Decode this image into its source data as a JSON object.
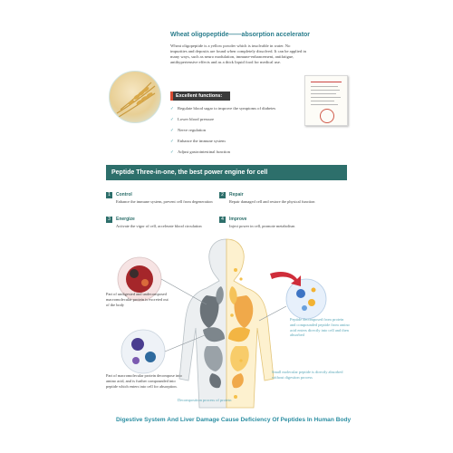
{
  "top": {
    "title": "Wheat oligopeptide——absorption accelerator",
    "description": "Wheat oligopeptide is a yellow powder which is insolvable in water. No impurities and deposits are found when completely dissolved. It can be applied in many ways, such as neuro modulation, immune-enhancement, antifatigue, antihypertensive effects and as a thick liquid food for medical use.",
    "functions_header": "Excellent functions:",
    "functions": [
      "Regulate blood sugar to improve the symptoms of diabetes",
      "Lower blood pressure",
      "Nerve regulation",
      "Enhance the immune system",
      "Adjust gastrointestinal function"
    ]
  },
  "banner": "Peptide Three-in-one, the best power engine for cell",
  "features": [
    {
      "num": "1",
      "title": "Control",
      "desc": "Enhance the immune system, prevent cell from degeneration"
    },
    {
      "num": "2",
      "title": "Repair",
      "desc": "Repair damaged cell and restore the physical function"
    },
    {
      "num": "3",
      "title": "Energize",
      "desc": "Activate the vigor of cell, accelerate blood circulation"
    },
    {
      "num": "4",
      "title": "Improve",
      "desc": "Inject power in cell, promote metabolism"
    }
  ],
  "notes": {
    "left_top": "Part of undigested and undecomposed macromolecular protein is excreted out of the body",
    "left_bottom": "Part of macromolecular protein decompose into amino acid, and is further compounded into peptide which enters into cell for absorption.",
    "right_top": "Peptide decomposed from protein and compounded peptide from amino acid enters directly into cell and then absorbed",
    "right_bottom": "Small molecular peptide is directly absorbed without digestion process",
    "process": "Decomposition process of protein"
  },
  "bottom_caption": "Digestive System And Liver Damage Cause Deficiency Of Peptides In Human Body",
  "icons": [
    "wheat-icon",
    "check-icon",
    "certificate-icon",
    "body-icon",
    "cell-icon",
    "arrow-icon"
  ]
}
